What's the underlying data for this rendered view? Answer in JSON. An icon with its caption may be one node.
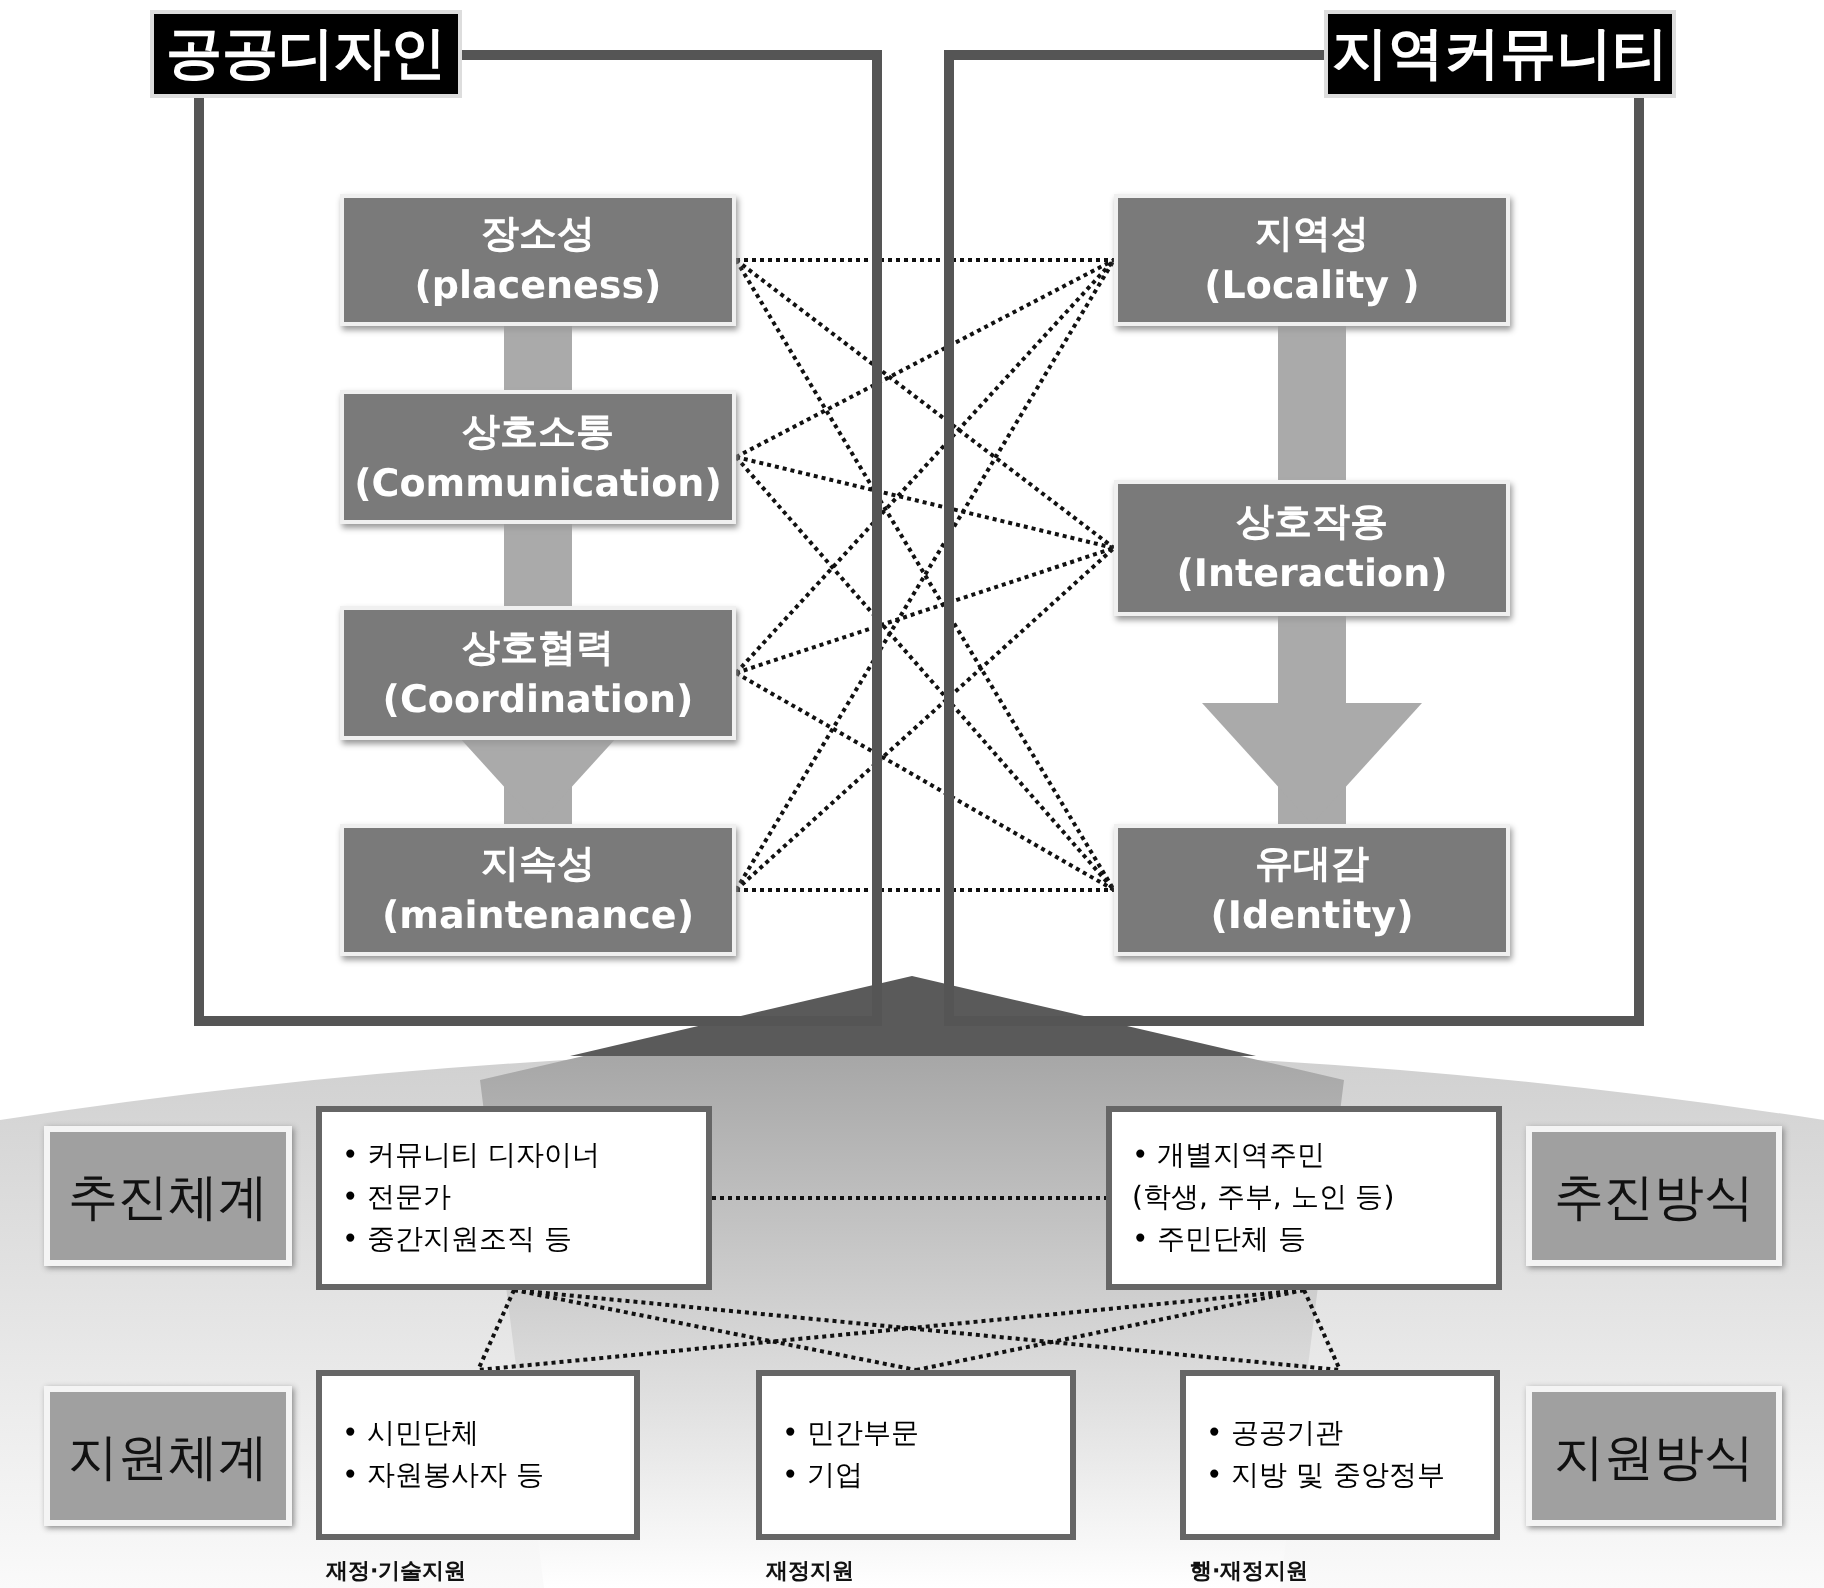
{
  "diagram": {
    "nodes": [
      {
        "text": [
          "공공디자인"
        ]
      },
      {
        "text": [
          "장소성",
          "(placeness)"
        ],
        "in": 0
      },
      {
        "text": [
          "상호소통",
          "(Communication)"
        ],
        "in": 0
      },
      {
        "text": [
          "상호협력",
          "(Coordination)"
        ],
        "in": 0
      },
      {
        "text": [
          "지속성",
          "(maintenance)"
        ],
        "in": 0
      },
      {
        "text": [
          "지역커뮤니티"
        ]
      },
      {
        "text": [
          "지역성",
          "(Locality )"
        ],
        "in": 5
      },
      {
        "text": [
          "상호작용",
          "(Interaction)"
        ],
        "in": 5
      },
      {
        "text": [
          "유대감",
          "(Identity)"
        ],
        "in": 5
      },
      {
        "text": [
          "추진체계"
        ]
      },
      {
        "text": [
          "• 커뮤니티 디자이너",
          "• 전문가",
          "• 중간지원조직 등"
        ]
      },
      {
        "text": [
          "• 개별지역주민 (학생, 주부, 노인 등)",
          "• 주민단체 등"
        ]
      },
      {
        "text": [
          "추진방식"
        ]
      },
      {
        "text": [
          "지원체계"
        ]
      },
      {
        "text": [
          "• 시민단체",
          "• 자원봉사자 등"
        ],
        "beside": [
          "재정·기술지원"
        ]
      },
      {
        "text": [
          "• 민간부문",
          "• 기업"
        ],
        "beside": [
          "재정지원"
        ]
      },
      {
        "text": [
          "• 공공기관",
          "• 지방 및 중앙정부"
        ],
        "beside": [
          "행·재정지원"
        ]
      },
      {
        "text": [
          "지원방식"
        ]
      }
    ],
    "edges": [
      {
        "from": 1,
        "to": 2,
        "arrow": "none",
        "style": "thick",
        "color": "#aaaaaa"
      },
      {
        "from": 2,
        "to": 3,
        "arrow": "none",
        "style": "thick",
        "color": "#aaaaaa"
      },
      {
        "from": 3,
        "to": 4,
        "arrow": "to",
        "style": "thick",
        "color": "#aaaaaa"
      },
      {
        "from": 6,
        "to": 7,
        "arrow": "none",
        "style": "thick",
        "color": "#aaaaaa"
      },
      {
        "from": 7,
        "to": 8,
        "arrow": "to",
        "style": "thick",
        "color": "#aaaaaa"
      },
      {
        "from": 1,
        "to": 6,
        "arrow": "none",
        "style": "dashed"
      },
      {
        "from": 1,
        "to": 7,
        "arrow": "none",
        "style": "dashed"
      },
      {
        "from": 1,
        "to": 8,
        "arrow": "none",
        "style": "dashed"
      },
      {
        "from": 2,
        "to": 6,
        "arrow": "none",
        "style": "dashed"
      },
      {
        "from": 2,
        "to": 7,
        "arrow": "none",
        "style": "dashed"
      },
      {
        "from": 2,
        "to": 8,
        "arrow": "none",
        "style": "dashed"
      },
      {
        "from": 3,
        "to": 6,
        "arrow": "none",
        "style": "dashed"
      },
      {
        "from": 3,
        "to": 7,
        "arrow": "none",
        "style": "dashed"
      },
      {
        "from": 3,
        "to": 8,
        "arrow": "none",
        "style": "dashed"
      },
      {
        "from": 4,
        "to": 6,
        "arrow": "none",
        "style": "dashed"
      },
      {
        "from": 4,
        "to": 7,
        "arrow": "none",
        "style": "dashed"
      },
      {
        "from": 4,
        "to": 8,
        "arrow": "none",
        "style": "dashed"
      },
      {
        "from": 10,
        "to": 11,
        "arrow": "none",
        "style": "dashed"
      },
      {
        "from": 10,
        "to": 14,
        "arrow": "none",
        "style": "dashed"
      },
      {
        "from": 10,
        "to": 15,
        "arrow": "none",
        "style": "dashed"
      },
      {
        "from": 10,
        "to": 16,
        "arrow": "none",
        "style": "dashed"
      },
      {
        "from": 11,
        "to": 14,
        "arrow": "none",
        "style": "dashed"
      },
      {
        "from": 11,
        "to": 15,
        "arrow": "none",
        "style": "dashed"
      },
      {
        "from": 11,
        "to": 16,
        "arrow": "none",
        "style": "dashed"
      }
    ]
  }
}
